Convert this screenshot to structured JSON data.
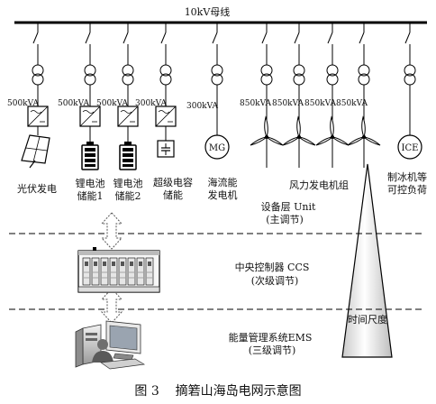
{
  "bus_label": "10kV母线",
  "ratings": [
    "500kVA",
    "500kVA",
    "500kVA",
    "300kVA",
    "300kVA",
    "850kVA",
    "850kVA",
    "850kVA",
    "850kVA"
  ],
  "units": {
    "pv": "光伏发电",
    "li1_line1": "锂电池",
    "li1_line2": "储能1",
    "li2_line1": "锂电池",
    "li2_line2": "储能2",
    "supercap_line1": "超级电容",
    "supercap_line2": "储能",
    "tidal_line1": "海流能",
    "tidal_line2": "发电机",
    "wind": "风力发电机组",
    "ice_line1": "制冰机等",
    "ice_line2": "可控负荷",
    "mg_symbol": "MG",
    "ice_symbol": "ICE"
  },
  "levels": {
    "device_line1": "设备层 Unit",
    "device_line2": "(主调节)",
    "ccs_line1": "中央控制器 CCS",
    "ccs_line2": "(次级调节)",
    "ems_line1": "能量管理系统EMS",
    "ems_line2": "(三级调节)"
  },
  "time_scale": "时间尺度",
  "caption": "图 3    摘箬山海岛电网示意图"
}
